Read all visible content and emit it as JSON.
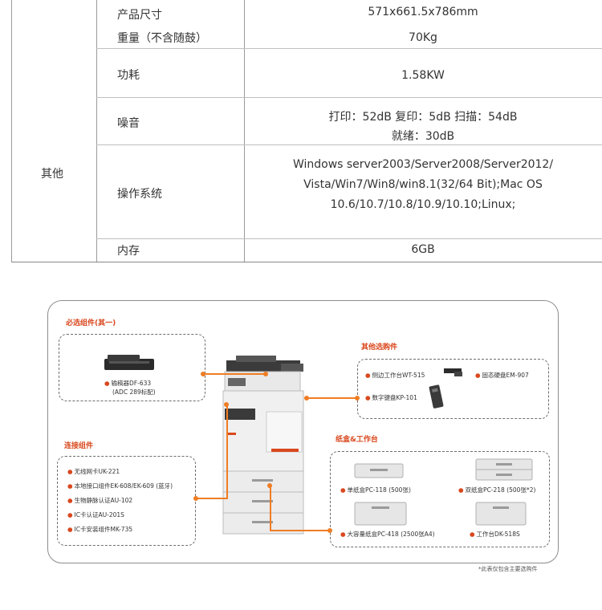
{
  "spec_table": {
    "group_label": "其他",
    "rows": [
      {
        "label_1": "产品尺寸",
        "label_2": "重量（不含随鼓）",
        "value_1": "571x661.5x786mm",
        "value_2": "70Kg"
      },
      {
        "label": "功耗",
        "value": "1.58KW"
      },
      {
        "label": "噪音",
        "value_1": "打印：52dB  复印：5dB  扫描：54dB",
        "value_2": "就绪：30dB"
      },
      {
        "label": "操作系统",
        "value_1": "Windows server2003/Server2008/Server2012/",
        "value_2": "Vista/Win7/Win8/win8.1(32/64 Bit);Mac OS",
        "value_3": "10.6/10.7/10.8/10.9/10.10;Linux;"
      },
      {
        "label": "内存",
        "value": "6GB"
      }
    ]
  },
  "diagram": {
    "required": {
      "title": "必选组件(其一)",
      "item_1": "输稿器DF-633",
      "item_1_note": "(ADC 289标配)"
    },
    "other_options": {
      "title": "其他选购件",
      "items": [
        "侧边工作台WT-515",
        "固态硬盘EM-907",
        "数字键盘KP-101"
      ]
    },
    "connect": {
      "title": "连接组件",
      "items": [
        "无线网卡UK-221",
        "本地接口组件EK-608/EK-609 (蓝牙)",
        "生物静脉认证AU-102",
        "IC卡认证AU-201S",
        "IC卡安装组件MK-735"
      ]
    },
    "paper": {
      "title": "纸盒&工作台",
      "items": [
        "单纸盒PC-118 (500张)",
        "双纸盒PC-218 (500张*2)",
        "大容量纸盒PC-418 (2500张A4)",
        "工作台DK-518S"
      ]
    },
    "footnote": "*此表仅包含主要选购件"
  },
  "colors": {
    "accent": "#ef7d24",
    "section_title": "#d9481e",
    "border": "#8c8c8c"
  }
}
